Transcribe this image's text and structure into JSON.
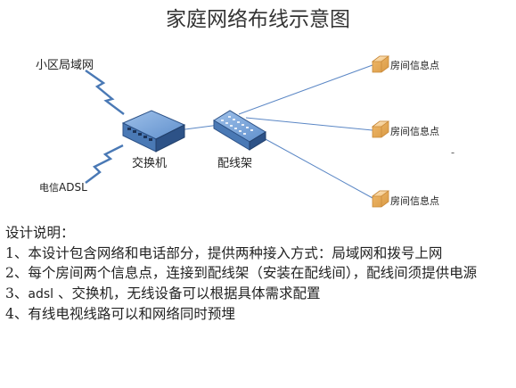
{
  "title": "家庭网络布线示意图",
  "labels": {
    "community_lan": "小区局域网",
    "switch": "交换机",
    "patch_panel": "配线架",
    "telecom_prefix": "电信",
    "adsl": "ADSL",
    "room_points": [
      "房间信息点",
      "房间信息点",
      "房间信息点"
    ],
    "dash": "-"
  },
  "notes": {
    "heading": "设计说明：",
    "items": [
      "1、本设计包含网络和电话部分，提供两种接入方式：局域网和拨号上网",
      "2、每个房间两个信息点，连接到配线架（安装在配线间），配线间须提供电源",
      "4、有线电视线路可以和网络同时预埋"
    ],
    "item3": {
      "prefix": "3、",
      "adsl": "adsl",
      "rest": " 、交换机，无线设备可以根据具体需求配置"
    }
  },
  "colors": {
    "device_blue": "#4a79b5",
    "device_dark": "#2d5287",
    "box_tan": "#f3c98a",
    "line_blue": "#5b87c5"
  }
}
